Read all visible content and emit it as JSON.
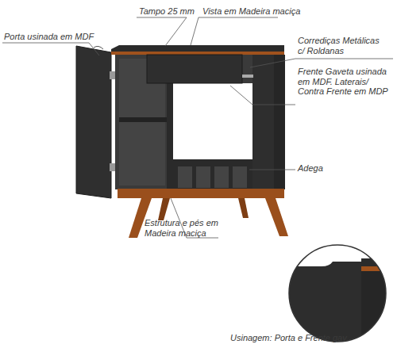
{
  "diagram": {
    "labels": [
      "Porta usinada em MDF",
      "Tampo 25 mm",
      "Vista em Madeira maciça",
      "Corrediças Metálicas c/ Roldanas",
      "Frente Gaveta usinada em MDF. Laterais/ Contra Frente em MDP",
      "Adega",
      "Estrutura e pés em Madeira maciça",
      "Usinagem: Porta e Frente gav."
    ]
  }
}
